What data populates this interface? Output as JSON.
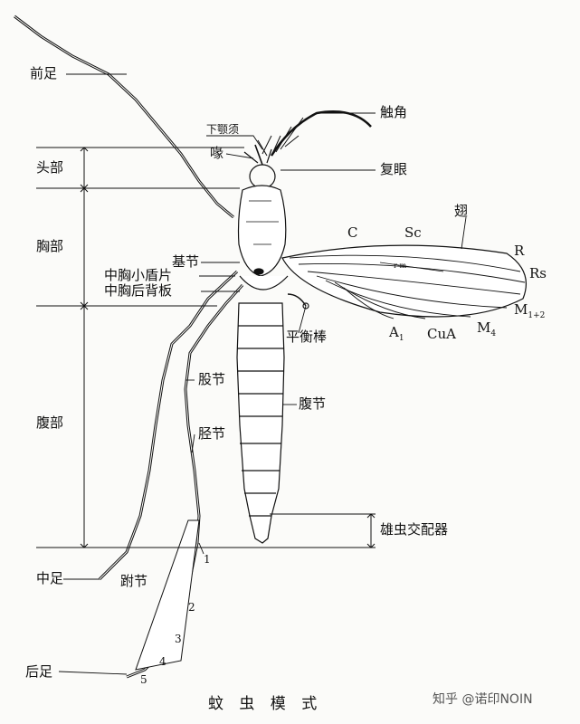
{
  "caption": "蚊 虫 模 式",
  "watermark": "知乎 @诺印NOIN",
  "labels": {
    "foreleg": "前足",
    "antenna": "触角",
    "maxillary_palp": "下颚须",
    "proboscis": "喙",
    "head": "头部",
    "compound_eye": "复眼",
    "wing": "翅",
    "thorax": "胸部",
    "coxa": "基节",
    "scutellum": "中胸小盾片",
    "postnotum": "中胸后背板",
    "haltere": "平衡棒",
    "femur": "股节",
    "abdominal_segment": "腹节",
    "abdomen": "腹部",
    "tibia": "胫节",
    "male_genitalia": "雄虫交配器",
    "midleg": "中足",
    "tarsus": "跗节",
    "hindleg": "后足"
  },
  "veins": {
    "C": "C",
    "Sc": "Sc",
    "R": "R",
    "Rs": "Rs",
    "M12": "M",
    "M12_sub": "1+2",
    "A1": "A",
    "A1_sub": "1",
    "CuA": "CuA",
    "M4": "M",
    "M4_sub": "4",
    "rm": "r-m"
  },
  "tarsal_numbers": [
    "1",
    "2",
    "3",
    "4",
    "5"
  ]
}
